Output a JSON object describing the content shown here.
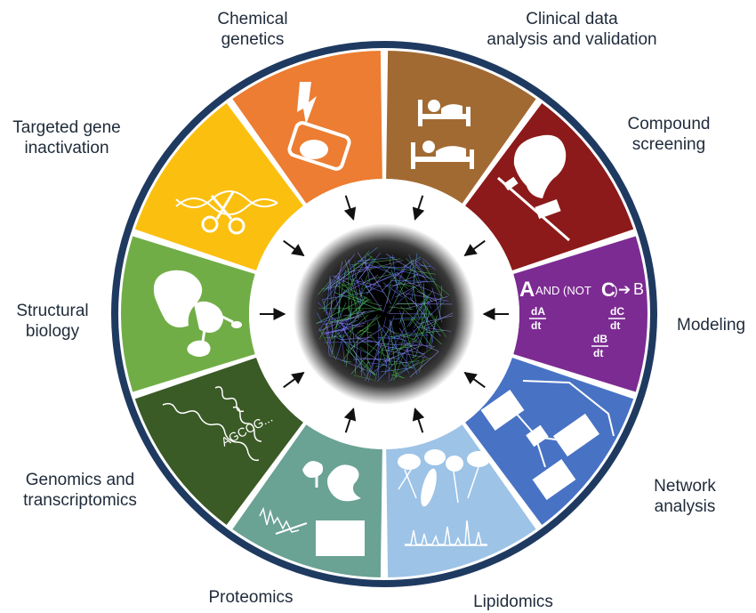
{
  "labels": {
    "chemical_genetics": [
      "Chemical",
      "genetics"
    ],
    "clinical": [
      "Clinical data",
      "analysis and validation"
    ],
    "compound_screening": [
      "Compound",
      "screening"
    ],
    "modeling": [
      "Modeling"
    ],
    "network_analysis": [
      "Network",
      "analysis"
    ],
    "lipidomics": [
      "Lipidomics"
    ],
    "proteomics": [
      "Proteomics"
    ],
    "genomics": [
      "Genomics and",
      "transcriptomics"
    ],
    "structural_biology": [
      "Structural",
      "biology"
    ],
    "targeted_gene": [
      "Targeted gene",
      "inactivation"
    ]
  },
  "segment_text": {
    "sequence": "AGCCG...",
    "logic_a": "A",
    "logic_and_not": "AND (NOT",
    "logic_c": "C",
    "logic_paren": ")",
    "logic_arrow": "➔",
    "logic_b": "B",
    "dA": "dA",
    "dC": "dC",
    "dB": "dB",
    "dt": "dt"
  },
  "colors": {
    "chemical_genetics": "#ec7d32",
    "clinical": "#a26a33",
    "compound_screening": "#8c1a1a",
    "modeling": "#7c2b92",
    "network_analysis": "#4872c4",
    "lipidomics": "#9dc3e6",
    "proteomics": "#6aa294",
    "genomics": "#3a5a26",
    "structural_biology": "#71ad47",
    "targeted_gene": "#fbbf0f",
    "outer_ring": "#1f3a60",
    "arrows": "#111111"
  },
  "icons": [
    "microscope-icon",
    "hospital-bed-icon",
    "screening-icon",
    "equation-icon",
    "network-flow-icon",
    "lipid-spectrum-icon",
    "protein-spectrum-icon",
    "dna-sequence-icon",
    "protein-structure-icon",
    "scissors-dna-icon",
    "network-hairball-icon"
  ]
}
